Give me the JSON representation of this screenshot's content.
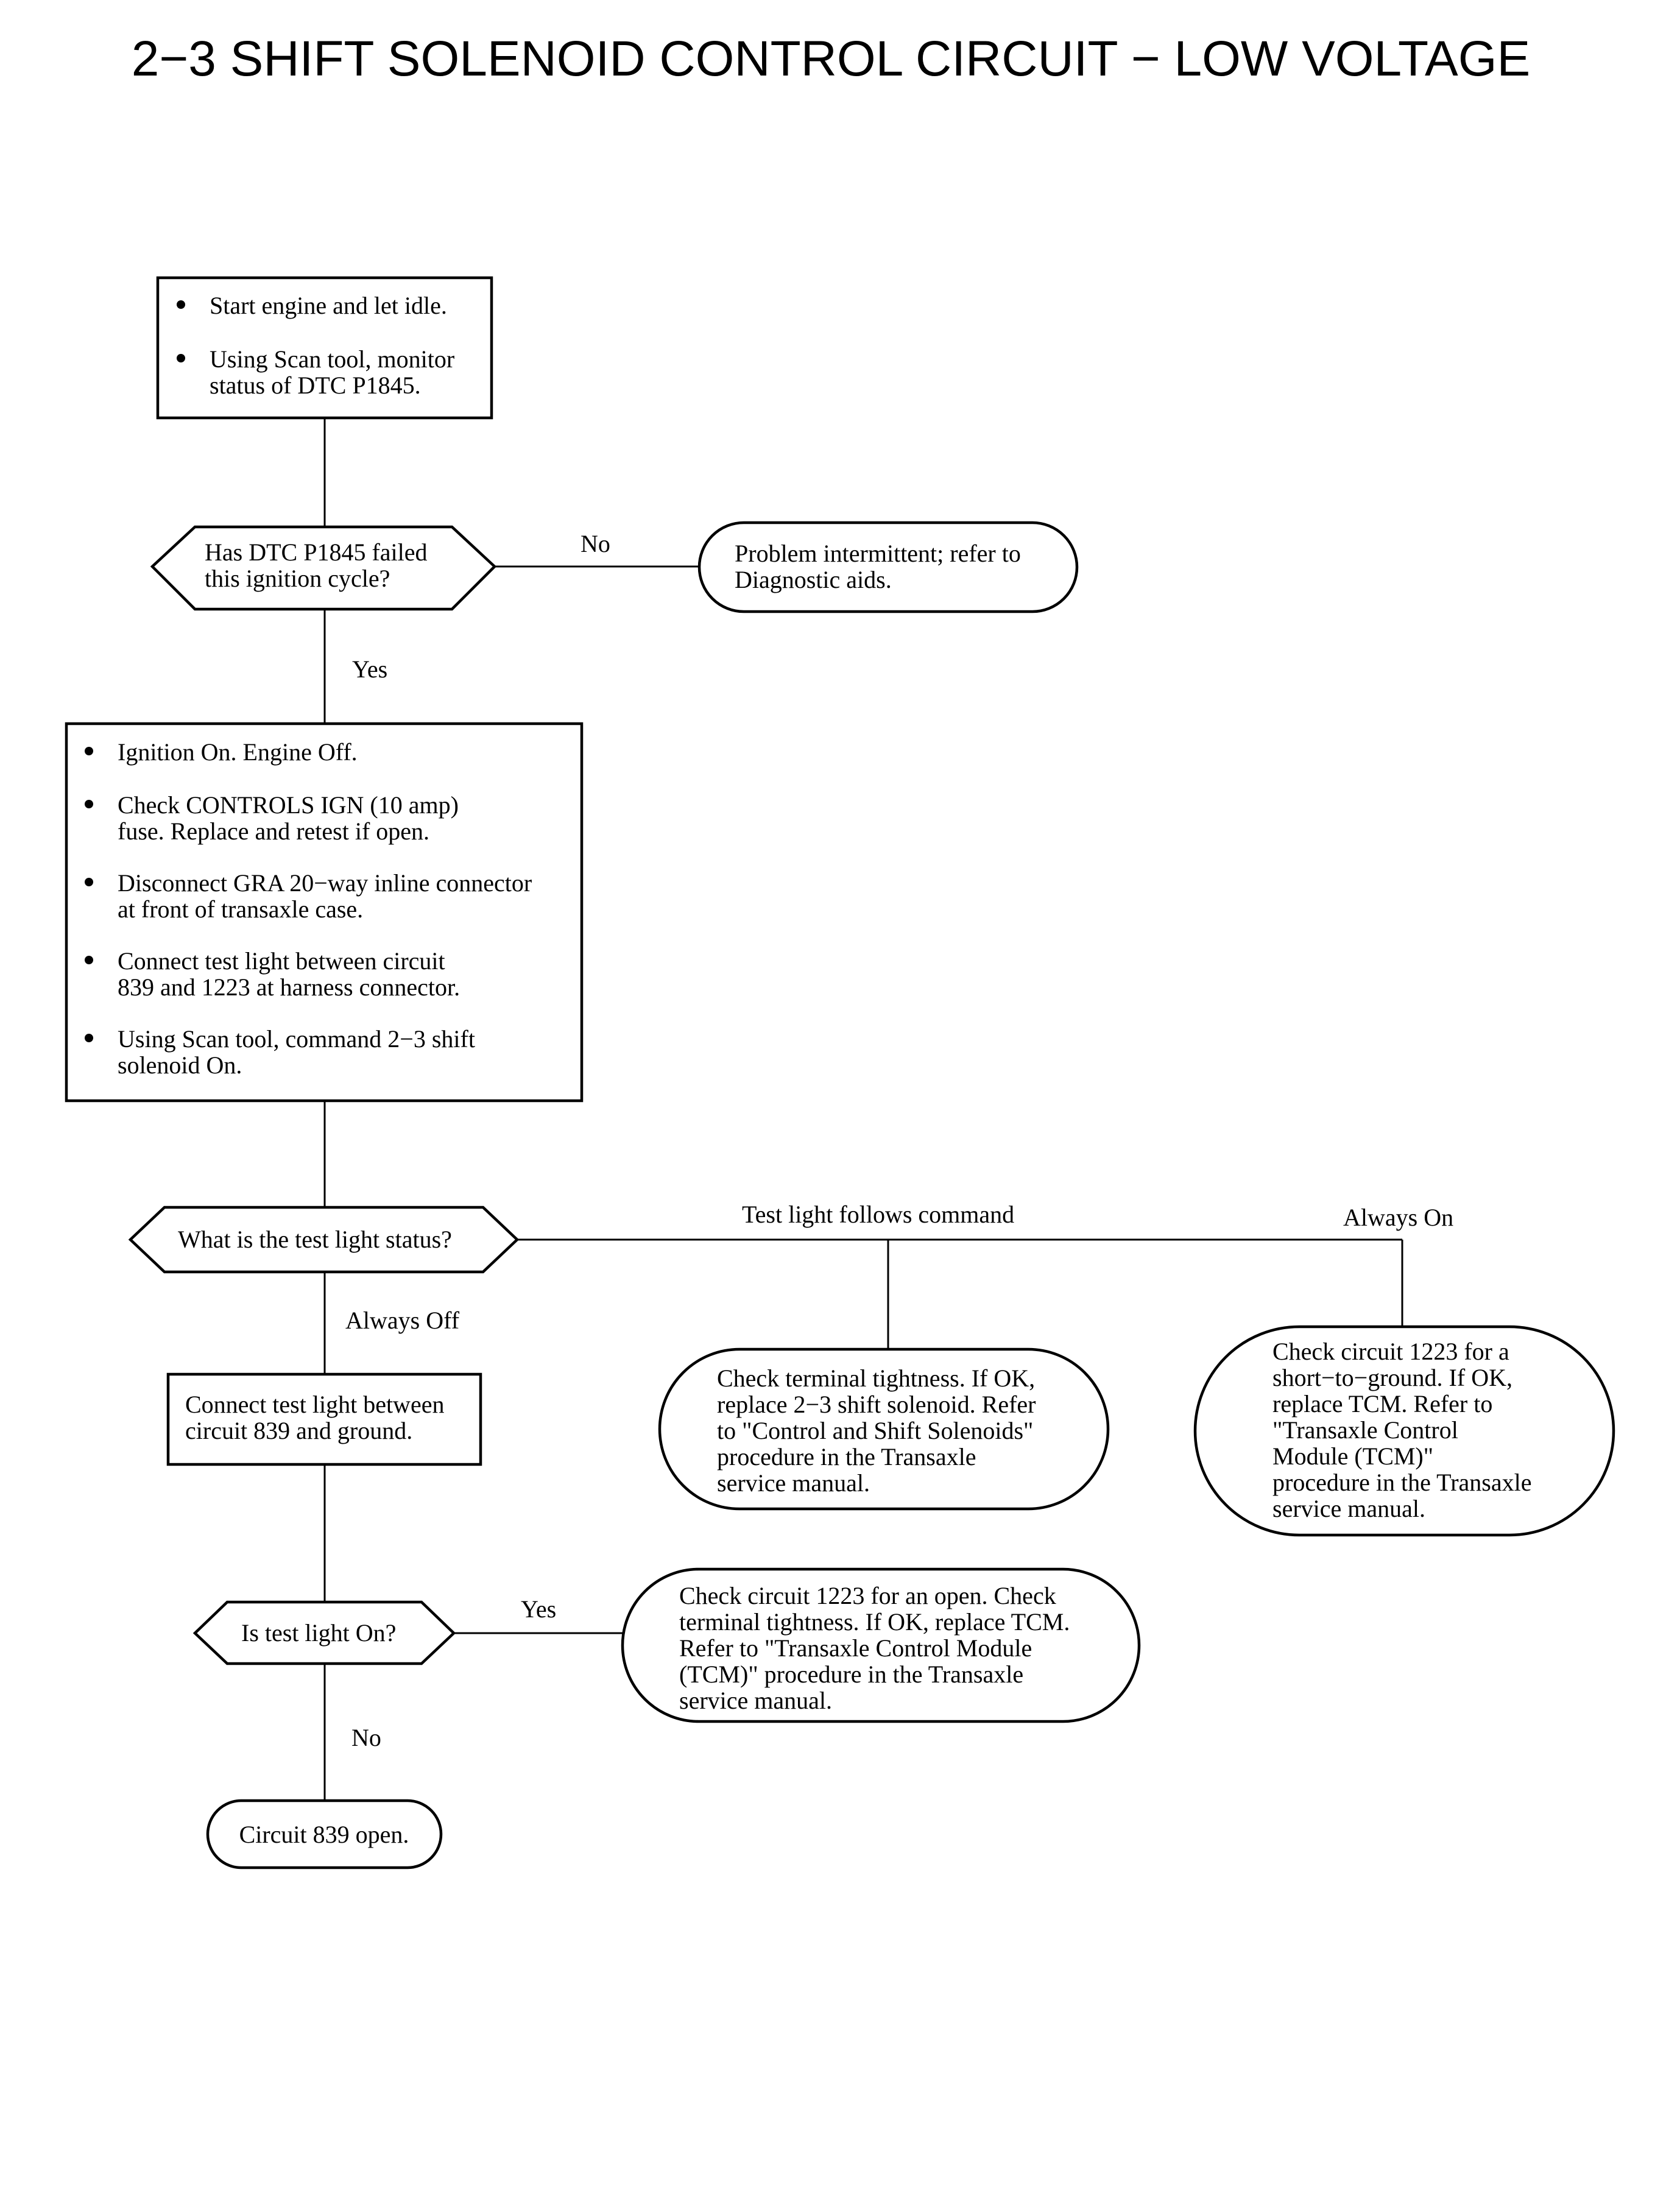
{
  "title": "2−3 SHIFT SOLENOID CONTROL CIRCUIT − LOW VOLTAGE",
  "nodes": {
    "start": {
      "bullets": [
        [
          "Start engine and let idle."
        ],
        [
          "Using Scan tool, monitor",
          "status of DTC P1845."
        ]
      ]
    },
    "q_failed": {
      "lines": [
        "Has DTC P1845 failed",
        "this ignition cycle?"
      ]
    },
    "intermittent": {
      "lines": [
        "Problem intermittent; refer to",
        "Diagnostic aids."
      ]
    },
    "setup": {
      "bullets": [
        [
          "Ignition On. Engine Off."
        ],
        [
          "Check CONTROLS IGN (10 amp)",
          "fuse. Replace and retest if open."
        ],
        [
          "Disconnect GRA 20−way inline connector",
          "at front of transaxle case."
        ],
        [
          "Connect test light between circuit",
          "839 and 1223 at harness connector."
        ],
        [
          "Using Scan tool, command 2−3 shift",
          "solenoid On."
        ]
      ]
    },
    "q_status": {
      "lines": [
        "What is the test light status?"
      ]
    },
    "connect_ground": {
      "lines": [
        "Connect test light between",
        "circuit 839 and ground."
      ]
    },
    "check_terminal": {
      "lines": [
        "Check terminal tightness. If OK,",
        "replace 2−3 shift solenoid. Refer",
        "to \"Control and Shift Solenoids\"",
        "procedure in the Transaxle",
        "service manual."
      ]
    },
    "check_short": {
      "lines": [
        "Check circuit 1223 for a",
        "short−to−ground. If OK,",
        "replace TCM. Refer to",
        "\"Transaxle Control",
        "Module (TCM)\"",
        "procedure in the Transaxle",
        "service manual."
      ]
    },
    "q_light_on": {
      "lines": [
        "Is test light On?"
      ]
    },
    "check_open": {
      "lines": [
        "Check circuit 1223 for an open. Check",
        "terminal tightness. If OK, replace TCM.",
        "Refer to \"Transaxle Control Module",
        "(TCM)\" procedure in the Transaxle",
        "service manual."
      ]
    },
    "circuit_open": {
      "lines": [
        "Circuit 839 open."
      ]
    }
  },
  "edge_labels": {
    "no_1": "No",
    "yes_1": "Yes",
    "follows": "Test light follows command",
    "always_on": "Always On",
    "always_off": "Always Off",
    "yes_2": "Yes",
    "no_2": "No"
  }
}
